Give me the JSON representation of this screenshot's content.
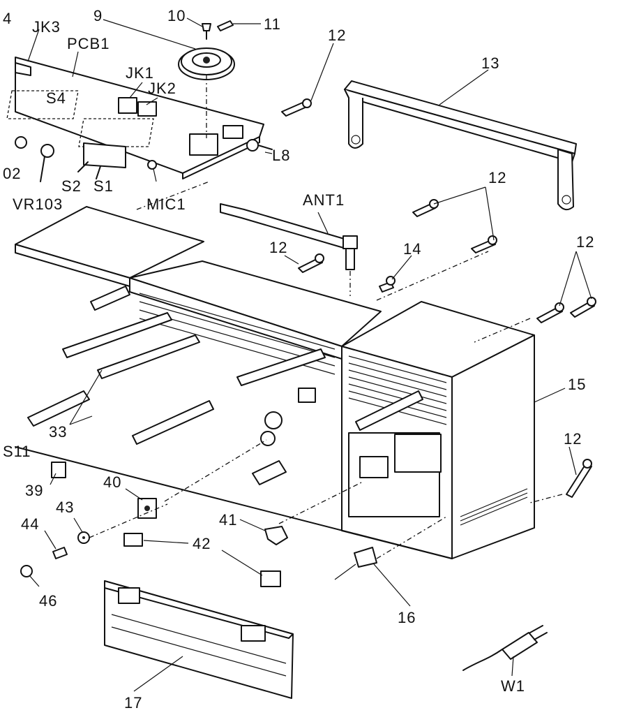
{
  "labels": {
    "l4": "4",
    "jk3": "JK3",
    "pcb1": "PCB1",
    "l9": "9",
    "l10": "10",
    "l11": "11",
    "l12a": "12",
    "l13": "13",
    "jk1": "JK1",
    "jk2": "JK2",
    "s4": "S4",
    "l8": "L8",
    "d02": "02",
    "s2": "S2",
    "s1": "S1",
    "vr103": "VR103",
    "mic1": "MIC1",
    "ant1": "ANT1",
    "l12b": "12",
    "l12c": "12",
    "l14": "14",
    "l12d": "12",
    "l15": "15",
    "l33": "33",
    "s11": "S11",
    "l12e": "12",
    "l39": "39",
    "l40": "40",
    "l43": "43",
    "l44": "44",
    "l41": "41",
    "l42": "42",
    "l46": "46",
    "l16": "16",
    "l17": "17",
    "w1": "W1"
  }
}
